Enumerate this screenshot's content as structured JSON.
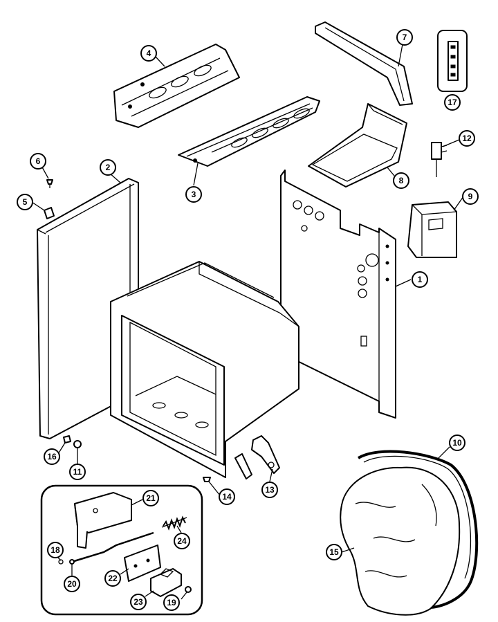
{
  "callouts": [
    {
      "number": "1"
    },
    {
      "number": "2"
    },
    {
      "number": "3"
    },
    {
      "number": "4"
    },
    {
      "number": "5"
    },
    {
      "number": "6"
    },
    {
      "number": "7"
    },
    {
      "number": "8"
    },
    {
      "number": "9"
    },
    {
      "number": "10"
    },
    {
      "number": "11"
    },
    {
      "number": "12"
    },
    {
      "number": "13"
    },
    {
      "number": "14"
    },
    {
      "number": "15"
    },
    {
      "number": "16"
    },
    {
      "number": "17"
    },
    {
      "number": "18"
    },
    {
      "number": "19"
    },
    {
      "number": "20"
    },
    {
      "number": "21"
    },
    {
      "number": "22"
    },
    {
      "number": "23"
    },
    {
      "number": "24"
    }
  ]
}
